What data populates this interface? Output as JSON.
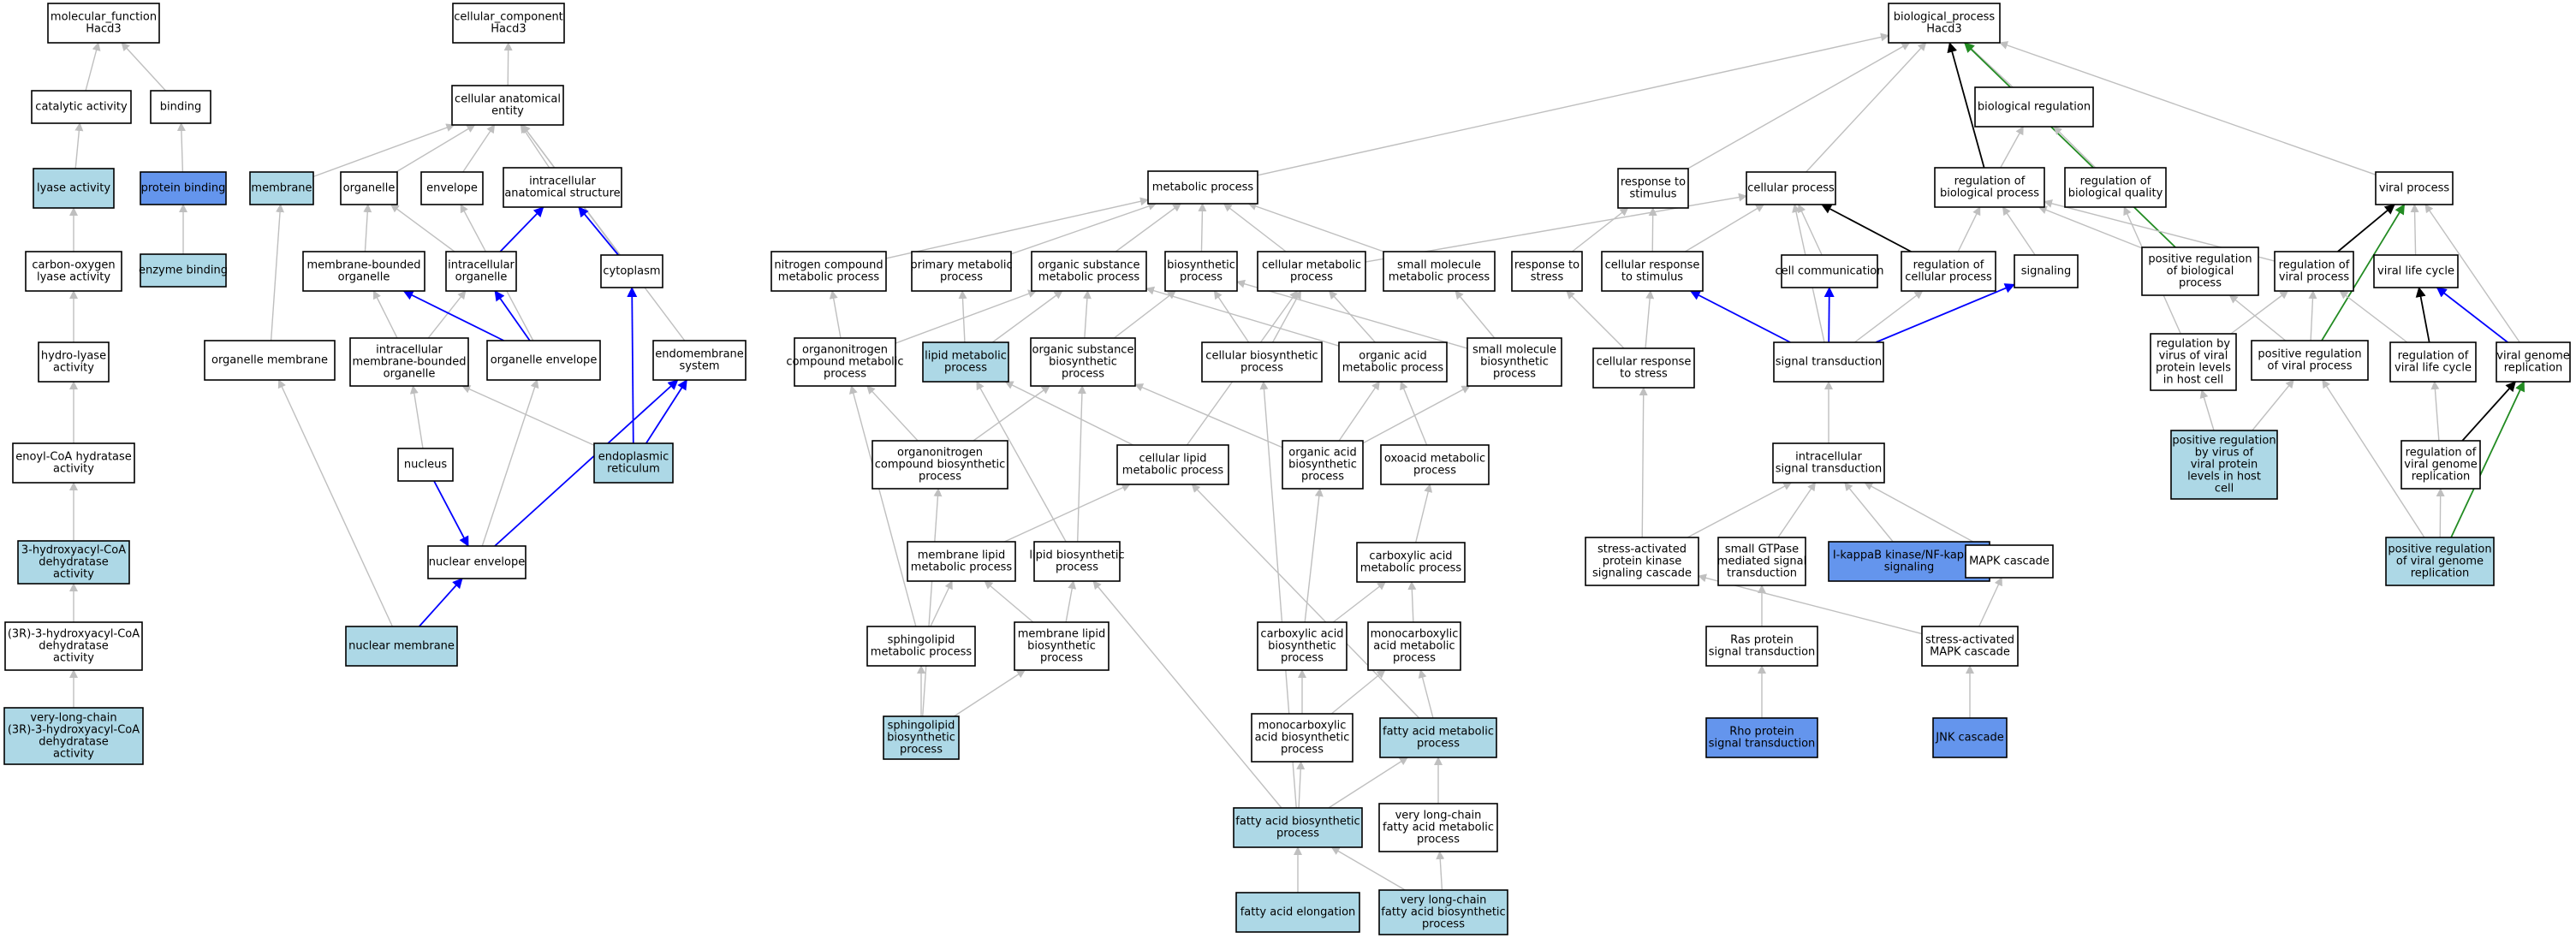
{
  "colors": {
    "plain": "#ffffff",
    "light": "#add8e6",
    "dark": "#6495ed",
    "edge_gray": "#bfbfbf",
    "edge_blue": "#0000ff",
    "edge_black": "#000000",
    "edge_green": "#228b22"
  },
  "nodes": {
    "mf": {
      "label": [
        "molecular_function",
        "Hacd3"
      ],
      "fill": "plain"
    },
    "cc": {
      "label": [
        "cellular_component",
        "Hacd3"
      ],
      "fill": "plain"
    },
    "bp": {
      "label": [
        "biological_process",
        "Hacd3"
      ],
      "fill": "plain"
    },
    "cat": {
      "label": [
        "catalytic activity"
      ],
      "fill": "plain"
    },
    "bind": {
      "label": [
        "binding"
      ],
      "fill": "plain"
    },
    "lyase": {
      "label": [
        "lyase activity"
      ],
      "fill": "light"
    },
    "protbind": {
      "label": [
        "protein binding"
      ],
      "fill": "dark"
    },
    "enzbind": {
      "label": [
        "enzyme binding"
      ],
      "fill": "light"
    },
    "colyase": {
      "label": [
        "carbon-oxygen",
        "lyase activity"
      ],
      "fill": "plain"
    },
    "hydrolyase": {
      "label": [
        "hydro-lyase",
        "activity"
      ],
      "fill": "plain"
    },
    "enoyl": {
      "label": [
        "enoyl-CoA hydratase",
        "activity"
      ],
      "fill": "plain"
    },
    "hacoa": {
      "label": [
        "3-hydroxyacyl-CoA",
        "dehydratase",
        "activity"
      ],
      "fill": "light"
    },
    "r3h": {
      "label": [
        "(3R)-3-hydroxyacyl-CoA",
        "dehydratase",
        "activity"
      ],
      "fill": "plain"
    },
    "vlc": {
      "label": [
        "very-long-chain",
        "(3R)-3-hydroxyacyl-CoA",
        "dehydratase",
        "activity"
      ],
      "fill": "light"
    },
    "cae": {
      "label": [
        "cellular anatomical",
        "entity"
      ],
      "fill": "plain"
    },
    "membrane": {
      "label": [
        "membrane"
      ],
      "fill": "light"
    },
    "organelle": {
      "label": [
        "organelle"
      ],
      "fill": "plain"
    },
    "envelope": {
      "label": [
        "envelope"
      ],
      "fill": "plain"
    },
    "ias": {
      "label": [
        "intracellular",
        "anatomical structure"
      ],
      "fill": "plain"
    },
    "mbo": {
      "label": [
        "membrane-bounded",
        "organelle"
      ],
      "fill": "plain"
    },
    "icorg": {
      "label": [
        "intracellular",
        "organelle"
      ],
      "fill": "plain"
    },
    "cytoplasm": {
      "label": [
        "cytoplasm"
      ],
      "fill": "plain"
    },
    "orgmem": {
      "label": [
        "organelle membrane"
      ],
      "fill": "plain"
    },
    "imbo": {
      "label": [
        "intracellular",
        "membrane-bounded",
        "organelle"
      ],
      "fill": "plain"
    },
    "orgenv": {
      "label": [
        "organelle envelope"
      ],
      "fill": "plain"
    },
    "endomem": {
      "label": [
        "endomembrane",
        "system"
      ],
      "fill": "plain"
    },
    "nucleus": {
      "label": [
        "nucleus"
      ],
      "fill": "plain"
    },
    "er": {
      "label": [
        "endoplasmic",
        "reticulum"
      ],
      "fill": "light"
    },
    "nucenv": {
      "label": [
        "nuclear envelope"
      ],
      "fill": "plain"
    },
    "nucmem": {
      "label": [
        "nuclear membrane"
      ],
      "fill": "light"
    },
    "metab": {
      "label": [
        "metabolic process"
      ],
      "fill": "plain"
    },
    "nitro": {
      "label": [
        "nitrogen compound",
        "metabolic process"
      ],
      "fill": "plain"
    },
    "primary": {
      "label": [
        "primary metabolic",
        "process"
      ],
      "fill": "plain"
    },
    "orgsub": {
      "label": [
        "organic substance",
        "metabolic process"
      ],
      "fill": "plain"
    },
    "biosyn": {
      "label": [
        "biosynthetic",
        "process"
      ],
      "fill": "plain"
    },
    "cellmet": {
      "label": [
        "cellular metabolic",
        "process"
      ],
      "fill": "plain"
    },
    "smallmol": {
      "label": [
        "small molecule",
        "metabolic process"
      ],
      "fill": "plain"
    },
    "orgnitro": {
      "label": [
        "organonitrogen",
        "compound metabolic",
        "process"
      ],
      "fill": "plain"
    },
    "lipidmet": {
      "label": [
        "lipid metabolic",
        "process"
      ],
      "fill": "light"
    },
    "osbiosyn": {
      "label": [
        "organic substance",
        "biosynthetic",
        "process"
      ],
      "fill": "plain"
    },
    "cellbio": {
      "label": [
        "cellular biosynthetic",
        "process"
      ],
      "fill": "plain"
    },
    "orgacid": {
      "label": [
        "organic acid",
        "metabolic process"
      ],
      "fill": "plain"
    },
    "smbio": {
      "label": [
        "small molecule",
        "biosynthetic",
        "process"
      ],
      "fill": "plain"
    },
    "onbio": {
      "label": [
        "organonitrogen",
        "compound biosynthetic",
        "process"
      ],
      "fill": "plain"
    },
    "celllipid": {
      "label": [
        "cellular lipid",
        "metabolic process"
      ],
      "fill": "plain"
    },
    "oabio": {
      "label": [
        "organic acid",
        "biosynthetic",
        "process"
      ],
      "fill": "plain"
    },
    "oxo": {
      "label": [
        "oxoacid metabolic",
        "process"
      ],
      "fill": "plain"
    },
    "memlipid": {
      "label": [
        "membrane lipid",
        "metabolic process"
      ],
      "fill": "plain"
    },
    "lipidbio": {
      "label": [
        "lipid biosynthetic",
        "process"
      ],
      "fill": "plain"
    },
    "carbox": {
      "label": [
        "carboxylic acid",
        "metabolic process"
      ],
      "fill": "plain"
    },
    "sphingomet": {
      "label": [
        "sphingolipid",
        "metabolic process"
      ],
      "fill": "plain"
    },
    "mlbio": {
      "label": [
        "membrane lipid",
        "biosynthetic",
        "process"
      ],
      "fill": "plain"
    },
    "cabio": {
      "label": [
        "carboxylic acid",
        "biosynthetic",
        "process"
      ],
      "fill": "plain"
    },
    "monocarb": {
      "label": [
        "monocarboxylic",
        "acid metabolic",
        "process"
      ],
      "fill": "plain"
    },
    "sphingobio": {
      "label": [
        "sphingolipid",
        "biosynthetic",
        "process"
      ],
      "fill": "light"
    },
    "mcbio": {
      "label": [
        "monocarboxylic",
        "acid biosynthetic",
        "process"
      ],
      "fill": "plain"
    },
    "famet": {
      "label": [
        "fatty acid metabolic",
        "process"
      ],
      "fill": "light"
    },
    "fabio": {
      "label": [
        "fatty acid biosynthetic",
        "process"
      ],
      "fill": "light"
    },
    "vlcfam": {
      "label": [
        "very long-chain",
        "fatty acid metabolic",
        "process"
      ],
      "fill": "plain"
    },
    "faelong": {
      "label": [
        "fatty acid elongation"
      ],
      "fill": "light"
    },
    "vlcfab": {
      "label": [
        "very long-chain",
        "fatty acid biosynthetic",
        "process"
      ],
      "fill": "light"
    },
    "resp": {
      "label": [
        "response to",
        "stimulus"
      ],
      "fill": "plain"
    },
    "cellproc": {
      "label": [
        "cellular process"
      ],
      "fill": "plain"
    },
    "bioreg": {
      "label": [
        "biological regulation"
      ],
      "fill": "plain"
    },
    "regbio": {
      "label": [
        "regulation of",
        "biological process"
      ],
      "fill": "plain"
    },
    "regqual": {
      "label": [
        "regulation of",
        "biological quality"
      ],
      "fill": "plain"
    },
    "viral": {
      "label": [
        "viral process"
      ],
      "fill": "plain"
    },
    "stress": {
      "label": [
        "response to",
        "stress"
      ],
      "fill": "plain"
    },
    "cellresp": {
      "label": [
        "cellular response",
        "to stimulus"
      ],
      "fill": "plain"
    },
    "cellcomm": {
      "label": [
        "cell communication"
      ],
      "fill": "plain"
    },
    "regcell": {
      "label": [
        "regulation of",
        "cellular process"
      ],
      "fill": "plain"
    },
    "signaling": {
      "label": [
        "signaling"
      ],
      "fill": "plain"
    },
    "posreg": {
      "label": [
        "positive regulation",
        "of biological",
        "process"
      ],
      "fill": "plain"
    },
    "regviral": {
      "label": [
        "regulation of",
        "viral process"
      ],
      "fill": "plain"
    },
    "vlcycle": {
      "label": [
        "viral life cycle"
      ],
      "fill": "plain"
    },
    "crstress": {
      "label": [
        "cellular response",
        "to stress"
      ],
      "fill": "plain"
    },
    "sigtrans": {
      "label": [
        "signal transduction"
      ],
      "fill": "plain"
    },
    "regvirprot": {
      "label": [
        "regulation by",
        "virus of viral",
        "protein levels",
        "in host cell"
      ],
      "fill": "plain"
    },
    "posregviral": {
      "label": [
        "positive regulation",
        "of viral process"
      ],
      "fill": "plain"
    },
    "regvlc": {
      "label": [
        "regulation of",
        "viral life cycle"
      ],
      "fill": "plain"
    },
    "vgr": {
      "label": [
        "viral genome",
        "replication"
      ],
      "fill": "plain"
    },
    "posregvirprot": {
      "label": [
        "positive regulation",
        "by virus of",
        "viral protein",
        "levels in host",
        "cell"
      ],
      "fill": "light"
    },
    "intrasig": {
      "label": [
        "intracellular",
        "signal transduction"
      ],
      "fill": "plain"
    },
    "regvgr": {
      "label": [
        "regulation of",
        "viral genome",
        "replication"
      ],
      "fill": "plain"
    },
    "sapk": {
      "label": [
        "stress-activated",
        "protein kinase",
        "signaling cascade"
      ],
      "fill": "plain"
    },
    "smallgtp": {
      "label": [
        "small GTPase",
        "mediated signal",
        "transduction"
      ],
      "fill": "plain"
    },
    "ikappab": {
      "label": [
        "I-kappaB kinase/NF-kappaB",
        "signaling"
      ],
      "fill": "dark"
    },
    "mapk": {
      "label": [
        "MAPK cascade"
      ],
      "fill": "plain"
    },
    "posregvgr": {
      "label": [
        "positive regulation",
        "of viral genome",
        "replication"
      ],
      "fill": "light"
    },
    "ras": {
      "label": [
        "Ras protein",
        "signal transduction"
      ],
      "fill": "plain"
    },
    "samapk": {
      "label": [
        "stress-activated",
        "MAPK cascade"
      ],
      "fill": "plain"
    },
    "rho": {
      "label": [
        "Rho protein",
        "signal transduction"
      ],
      "fill": "dark"
    },
    "jnk": {
      "label": [
        "JNK cascade"
      ],
      "fill": "dark"
    }
  },
  "edges": [
    [
      "cat",
      "mf",
      "gray"
    ],
    [
      "bind",
      "mf",
      "gray"
    ],
    [
      "lyase",
      "cat",
      "gray"
    ],
    [
      "protbind",
      "bind",
      "gray"
    ],
    [
      "enzbind",
      "protbind",
      "gray"
    ],
    [
      "colyase",
      "lyase",
      "gray"
    ],
    [
      "hydrolyase",
      "colyase",
      "gray"
    ],
    [
      "enoyl",
      "hydrolyase",
      "gray"
    ],
    [
      "hacoa",
      "enoyl",
      "gray"
    ],
    [
      "r3h",
      "hacoa",
      "gray"
    ],
    [
      "vlc",
      "r3h",
      "gray"
    ],
    [
      "cae",
      "cc",
      "gray"
    ],
    [
      "membrane",
      "cae",
      "gray"
    ],
    [
      "organelle",
      "cae",
      "gray"
    ],
    [
      "envelope",
      "cae",
      "gray"
    ],
    [
      "ias",
      "cae",
      "gray"
    ],
    [
      "cytoplasm",
      "cae",
      "gray"
    ],
    [
      "endomem",
      "cae",
      "gray"
    ],
    [
      "mbo",
      "organelle",
      "gray"
    ],
    [
      "icorg",
      "organelle",
      "gray"
    ],
    [
      "icorg",
      "ias",
      "blue"
    ],
    [
      "cytoplasm",
      "ias",
      "blue"
    ],
    [
      "orgmem",
      "membrane",
      "gray"
    ],
    [
      "imbo",
      "mbo",
      "gray"
    ],
    [
      "imbo",
      "icorg",
      "gray"
    ],
    [
      "orgenv",
      "mbo",
      "blue"
    ],
    [
      "orgenv",
      "icorg",
      "blue"
    ],
    [
      "orgenv",
      "envelope",
      "gray"
    ],
    [
      "nucleus",
      "imbo",
      "gray"
    ],
    [
      "er",
      "cytoplasm",
      "blue"
    ],
    [
      "er",
      "endomem",
      "blue"
    ],
    [
      "er",
      "imbo",
      "gray"
    ],
    [
      "nucleus",
      "nucenv",
      "blue"
    ],
    [
      "nucenv",
      "orgenv",
      "gray"
    ],
    [
      "nucenv",
      "endomem",
      "blue"
    ],
    [
      "nucmem",
      "nucenv",
      "blue"
    ],
    [
      "nucmem",
      "orgmem",
      "gray"
    ],
    [
      "metab",
      "bp",
      "gray"
    ],
    [
      "resp",
      "bp",
      "gray"
    ],
    [
      "cellproc",
      "bp",
      "gray"
    ],
    [
      "bioreg",
      "bp",
      "gray"
    ],
    [
      "regbio",
      "bp",
      "black"
    ],
    [
      "viral",
      "bp",
      "gray"
    ],
    [
      "posreg",
      "bp",
      "green"
    ],
    [
      "nitro",
      "metab",
      "gray"
    ],
    [
      "primary",
      "metab",
      "gray"
    ],
    [
      "orgsub",
      "metab",
      "gray"
    ],
    [
      "biosyn",
      "metab",
      "gray"
    ],
    [
      "cellmet",
      "metab",
      "gray"
    ],
    [
      "smallmol",
      "metab",
      "gray"
    ],
    [
      "cellmet",
      "cellproc",
      "gray"
    ],
    [
      "orgnitro",
      "nitro",
      "gray"
    ],
    [
      "orgnitro",
      "orgsub",
      "gray"
    ],
    [
      "lipidmet",
      "primary",
      "gray"
    ],
    [
      "lipidmet",
      "orgsub",
      "gray"
    ],
    [
      "osbiosyn",
      "orgsub",
      "gray"
    ],
    [
      "osbiosyn",
      "biosyn",
      "gray"
    ],
    [
      "cellbio",
      "biosyn",
      "gray"
    ],
    [
      "cellbio",
      "cellmet",
      "gray"
    ],
    [
      "orgacid",
      "cellmet",
      "gray"
    ],
    [
      "orgacid",
      "orgsub",
      "gray"
    ],
    [
      "smbio",
      "smallmol",
      "gray"
    ],
    [
      "smbio",
      "biosyn",
      "gray"
    ],
    [
      "onbio",
      "orgnitro",
      "gray"
    ],
    [
      "onbio",
      "osbiosyn",
      "gray"
    ],
    [
      "celllipid",
      "lipidmet",
      "gray"
    ],
    [
      "celllipid",
      "cellmet",
      "gray"
    ],
    [
      "oabio",
      "orgacid",
      "gray"
    ],
    [
      "oabio",
      "smbio",
      "gray"
    ],
    [
      "oabio",
      "osbiosyn",
      "gray"
    ],
    [
      "oxo",
      "orgacid",
      "gray"
    ],
    [
      "memlipid",
      "celllipid",
      "gray"
    ],
    [
      "lipidbio",
      "lipidmet",
      "gray"
    ],
    [
      "lipidbio",
      "osbiosyn",
      "gray"
    ],
    [
      "carbox",
      "oxo",
      "gray"
    ],
    [
      "sphingomet",
      "memlipid",
      "gray"
    ],
    [
      "sphingomet",
      "orgnitro",
      "gray"
    ],
    [
      "mlbio",
      "memlipid",
      "gray"
    ],
    [
      "mlbio",
      "lipidbio",
      "gray"
    ],
    [
      "cabio",
      "oabio",
      "gray"
    ],
    [
      "cabio",
      "carbox",
      "gray"
    ],
    [
      "monocarb",
      "carbox",
      "gray"
    ],
    [
      "sphingobio",
      "sphingomet",
      "gray"
    ],
    [
      "sphingobio",
      "mlbio",
      "gray"
    ],
    [
      "sphingobio",
      "onbio",
      "gray"
    ],
    [
      "mcbio",
      "cabio",
      "gray"
    ],
    [
      "mcbio",
      "monocarb",
      "gray"
    ],
    [
      "famet",
      "monocarb",
      "gray"
    ],
    [
      "famet",
      "celllipid",
      "gray"
    ],
    [
      "fabio",
      "famet",
      "gray"
    ],
    [
      "fabio",
      "mcbio",
      "gray"
    ],
    [
      "fabio",
      "lipidbio",
      "gray"
    ],
    [
      "fabio",
      "cellbio",
      "gray"
    ],
    [
      "vlcfam",
      "famet",
      "gray"
    ],
    [
      "faelong",
      "fabio",
      "gray"
    ],
    [
      "vlcfab",
      "vlcfam",
      "gray"
    ],
    [
      "vlcfab",
      "fabio",
      "gray"
    ],
    [
      "stress",
      "resp",
      "gray"
    ],
    [
      "cellresp",
      "resp",
      "gray"
    ],
    [
      "cellresp",
      "cellproc",
      "gray"
    ],
    [
      "cellcomm",
      "cellproc",
      "gray"
    ],
    [
      "regcell",
      "cellproc",
      "black"
    ],
    [
      "regcell",
      "regbio",
      "gray"
    ],
    [
      "regbio",
      "bioreg",
      "gray"
    ],
    [
      "regqual",
      "bioreg",
      "gray"
    ],
    [
      "signaling",
      "regbio",
      "gray"
    ],
    [
      "posreg",
      "regbio",
      "gray"
    ],
    [
      "regviral",
      "regbio",
      "gray"
    ],
    [
      "regviral",
      "viral",
      "black"
    ],
    [
      "vlcycle",
      "viral",
      "gray"
    ],
    [
      "crstress",
      "stress",
      "gray"
    ],
    [
      "crstress",
      "cellresp",
      "gray"
    ],
    [
      "sigtrans",
      "cellresp",
      "blue"
    ],
    [
      "sigtrans",
      "cellcomm",
      "blue"
    ],
    [
      "sigtrans",
      "signaling",
      "blue"
    ],
    [
      "sigtrans",
      "regcell",
      "gray"
    ],
    [
      "sigtrans",
      "cellproc",
      "gray"
    ],
    [
      "regvirprot",
      "regviral",
      "gray"
    ],
    [
      "regvirprot",
      "regqual",
      "gray"
    ],
    [
      "posregviral",
      "regviral",
      "gray"
    ],
    [
      "posregviral",
      "posreg",
      "gray"
    ],
    [
      "posregviral",
      "viral",
      "green"
    ],
    [
      "regvlc",
      "regviral",
      "gray"
    ],
    [
      "regvlc",
      "vlcycle",
      "black"
    ],
    [
      "vgr",
      "vlcycle",
      "blue"
    ],
    [
      "vgr",
      "viral",
      "gray"
    ],
    [
      "posregvirprot",
      "regvirprot",
      "gray"
    ],
    [
      "posregvirprot",
      "posregviral",
      "gray"
    ],
    [
      "intrasig",
      "sigtrans",
      "gray"
    ],
    [
      "regvgr",
      "regvlc",
      "gray"
    ],
    [
      "regvgr",
      "vgr",
      "black"
    ],
    [
      "sapk",
      "intrasig",
      "gray"
    ],
    [
      "sapk",
      "crstress",
      "gray"
    ],
    [
      "smallgtp",
      "intrasig",
      "gray"
    ],
    [
      "ikappab",
      "intrasig",
      "gray"
    ],
    [
      "mapk",
      "intrasig",
      "gray"
    ],
    [
      "posregvgr",
      "regvgr",
      "gray"
    ],
    [
      "posregvgr",
      "vgr",
      "green"
    ],
    [
      "posregvgr",
      "posregviral",
      "gray"
    ],
    [
      "ras",
      "smallgtp",
      "gray"
    ],
    [
      "samapk",
      "sapk",
      "gray"
    ],
    [
      "samapk",
      "mapk",
      "gray"
    ],
    [
      "rho",
      "ras",
      "gray"
    ],
    [
      "jnk",
      "samapk",
      "gray"
    ]
  ]
}
